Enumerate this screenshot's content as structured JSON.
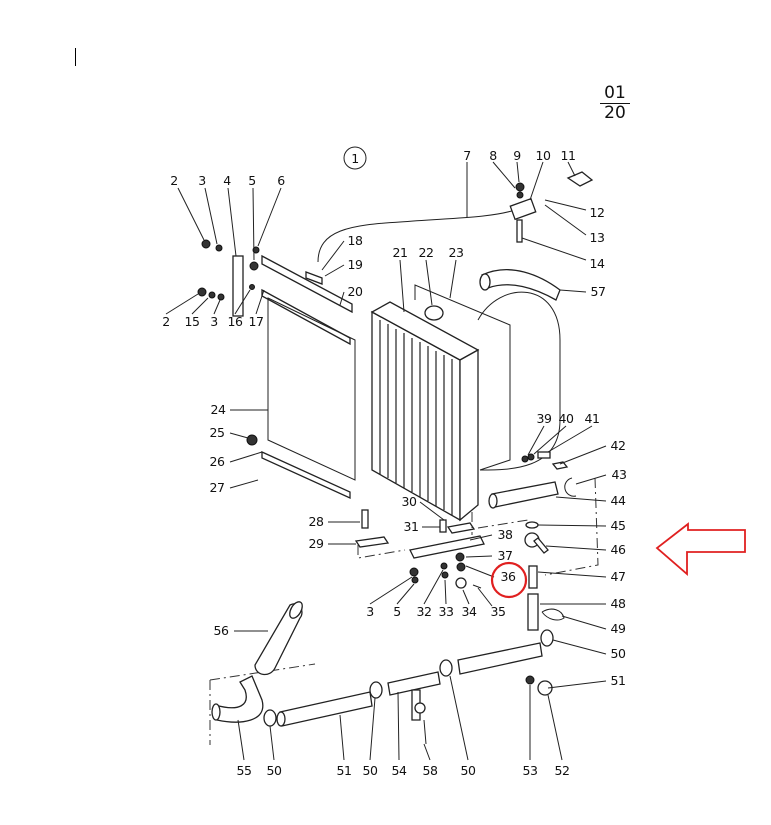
{
  "page_ref": {
    "top": "01",
    "bottom": "20"
  },
  "group_label": "1",
  "callouts": [
    "2",
    "3",
    "4",
    "5",
    "6",
    "7",
    "8",
    "9",
    "10",
    "11",
    "12",
    "13",
    "14",
    "18",
    "19",
    "20",
    "21",
    "22",
    "23",
    "57",
    "2",
    "15",
    "3",
    "16",
    "17",
    "24",
    "25",
    "26",
    "27",
    "39",
    "40",
    "41",
    "42",
    "43",
    "44",
    "45",
    "46",
    "47",
    "48",
    "49",
    "50",
    "51",
    "28",
    "29",
    "30",
    "31",
    "38",
    "37",
    "36",
    "35",
    "34",
    "33",
    "32",
    "5",
    "3",
    "56",
    "55",
    "50",
    "51",
    "50",
    "54",
    "58",
    "50",
    "53",
    "52"
  ],
  "highlight": {
    "part": "36",
    "color": "#e02020"
  },
  "arrow": {
    "direction": "left",
    "color": "#e02020"
  }
}
